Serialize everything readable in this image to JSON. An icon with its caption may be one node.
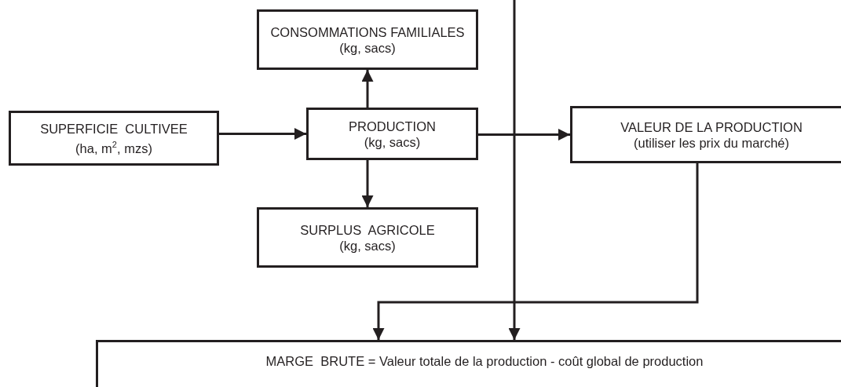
{
  "diagram": {
    "nodes": [
      {
        "text": [
          "SUPERFICIE  CULTIVEE",
          "(ha, m$^{2}$, mzs)"
        ]
      },
      {
        "text": [
          "CONSOMMATIONS FAMILIALES (kg, sacs)"
        ]
      },
      {
        "text": [
          "PRODUCTION",
          "(kg, sacs)"
        ]
      },
      {
        "text": [
          "SURPLUS  AGRICOLE",
          "(kg, sacs)"
        ]
      },
      {
        "text": [
          "VALEUR DE LA PRODUCTION",
          "(utiliser les prix du marché)"
        ]
      },
      {
        "text": [
          "MARGE  BRUTE = Valeur totale de la production - coût global de production"
        ]
      }
    ],
    "edges": [
      {
        "from": 0,
        "to": 2,
        "arrow": "to"
      },
      {
        "from": 2,
        "to": 1,
        "arrow": "to"
      },
      {
        "from": 2,
        "to": 3,
        "arrow": "to"
      },
      {
        "from": 2,
        "to": 4,
        "arrow": "to"
      },
      {
        "from": null,
        "to": 5,
        "arrow": "to"
      },
      {
        "from": 4,
        "to": 5,
        "arrow": "to"
      }
    ]
  }
}
